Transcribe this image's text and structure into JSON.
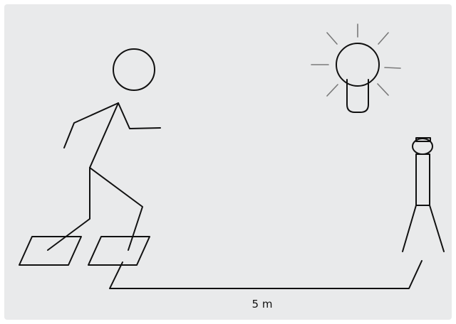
{
  "diagram": {
    "distance_label": "5 m",
    "colors": {
      "background": "#e9eaeb",
      "stroke": "#111111",
      "rays": "#7a7a7a"
    },
    "elements": [
      "stick-figure-runner",
      "start-squares",
      "light-bulb-icon",
      "camera-tripod-icon",
      "distance-line"
    ]
  }
}
